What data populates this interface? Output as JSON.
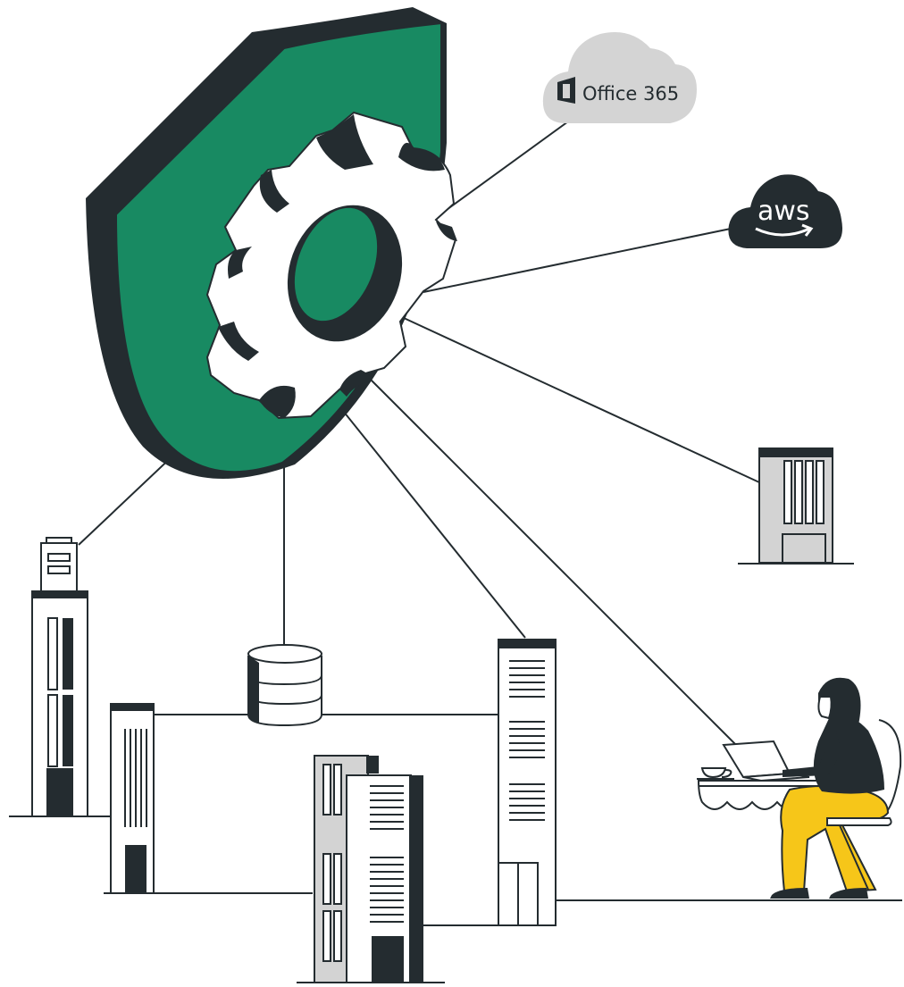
{
  "illustration": {
    "clouds": [
      {
        "id": "office365",
        "label": "Office 365",
        "icon": "office-logo-icon"
      },
      {
        "id": "aws",
        "label": "aws",
        "icon": "aws-smile-icon"
      }
    ],
    "nodes": [
      "building-right",
      "building-left-tall",
      "building-left-small",
      "database",
      "building-center-pair",
      "building-center-tall",
      "person-laptop"
    ],
    "hub": "shield-gear-icon"
  },
  "colors": {
    "ink": "#242c30",
    "shield_green": "#188a62",
    "cloud_gray": "#d4d4d4",
    "building_gray": "#d3d3d3",
    "accent_yellow": "#f6c619",
    "white": "#ffffff"
  }
}
